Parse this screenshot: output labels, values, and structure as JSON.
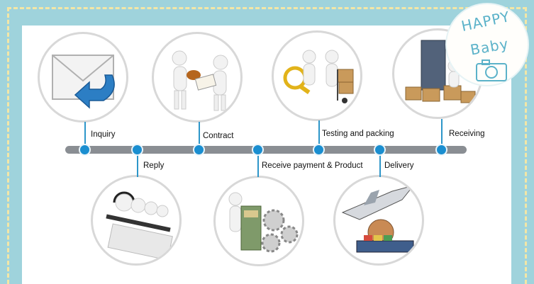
{
  "badge": {
    "line1": "HAPPY",
    "line2": "Baby"
  },
  "steps_top": [
    {
      "label": "Inquiry"
    },
    {
      "label": "Contract"
    },
    {
      "label": "Testing and packing"
    },
    {
      "label": "Receiving"
    }
  ],
  "steps_bottom": [
    {
      "label": "Reply"
    },
    {
      "label": "Receive payment & Product"
    },
    {
      "label": "Delivery"
    }
  ],
  "colors": {
    "accent": "#1a8ed0",
    "timeline": "#8a8e93",
    "frame": "#9fd3dc",
    "badge_text": "#5bb2c9"
  },
  "icons": {
    "inquiry": "envelope-reply-icon",
    "contract": "handshake-document-icon",
    "testing": "magnifier-box-cart-icon",
    "receiving": "warehouse-boxes-icon",
    "reply": "call-center-headsets-icon",
    "payment": "money-gears-icon",
    "delivery": "plane-ship-globe-icon",
    "badge": "camera-icon"
  }
}
